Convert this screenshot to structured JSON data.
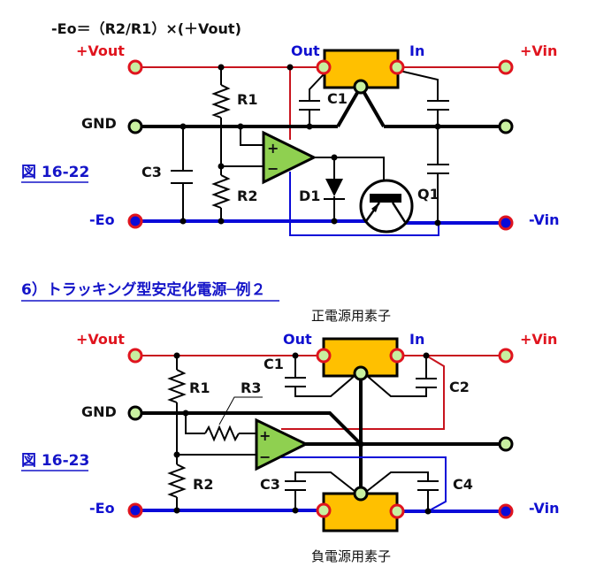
{
  "figure1": {
    "formula": "-Eo＝（R2/R1）×(＋Vout)",
    "caption": "図 16-22",
    "labels": {
      "plus_vout": "+Vout",
      "gnd": "GND",
      "minus_eo": "-Eo",
      "out": "Out",
      "in": "In",
      "plus_vin": "+Vin",
      "minus_vin": "-Vin",
      "r1": "R1",
      "r2": "R2",
      "c1": "C1",
      "c3": "C3",
      "d1": "D1",
      "q1": "Q1",
      "plus": "+",
      "minus": "−"
    }
  },
  "section": {
    "heading": "6）トラッキング型安定化電源─例２"
  },
  "figure2": {
    "caption": "図 16-23",
    "positive_element_label": "正電源用素子",
    "negative_element_label": "負電源用素子",
    "labels": {
      "plus_vout": "+Vout",
      "gnd": "GND",
      "minus_eo": "-Eo",
      "out": "Out",
      "in": "In",
      "plus_vin": "+Vin",
      "minus_vin": "-Vin",
      "r1": "R1",
      "r2": "R2",
      "r3": "R3",
      "c1": "C1",
      "c2": "C2",
      "c3": "C3",
      "c4": "C4",
      "plus": "+",
      "minus": "−"
    }
  },
  "colors": {
    "positive_rail": "#c8141e",
    "negative_rail": "#0a0ad8",
    "regulator": "#ffc000",
    "opamp": "#8fd050",
    "terminal": "#c8f0a0"
  }
}
